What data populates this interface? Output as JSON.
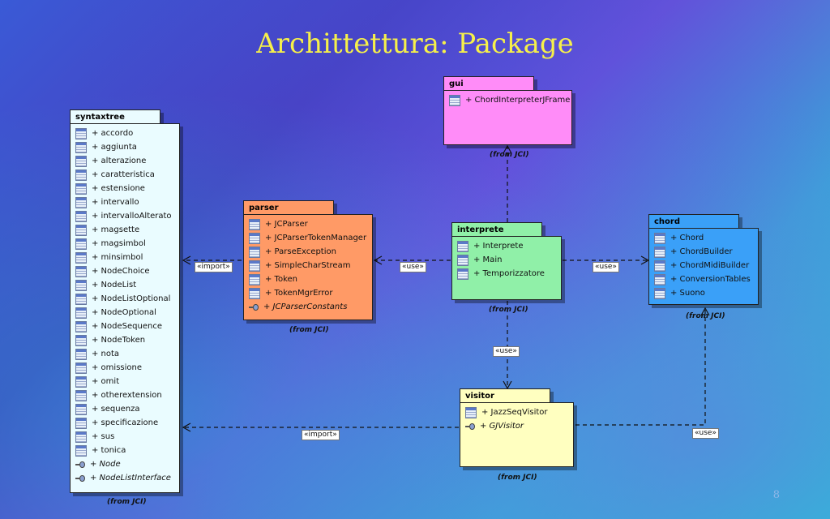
{
  "slide": {
    "title": "Archittettura: Package",
    "page_number": "8"
  },
  "packages": {
    "syntaxtree": {
      "name": "syntaxtree",
      "from": "(from JCI)",
      "color": "#eafcff",
      "items": [
        {
          "label": "+ accordo",
          "kind": "class"
        },
        {
          "label": "+ aggiunta",
          "kind": "class"
        },
        {
          "label": "+ alterazione",
          "kind": "class"
        },
        {
          "label": "+ caratteristica",
          "kind": "class"
        },
        {
          "label": "+ estensione",
          "kind": "class"
        },
        {
          "label": "+ intervallo",
          "kind": "class"
        },
        {
          "label": "+ intervalloAlterato",
          "kind": "class"
        },
        {
          "label": "+ magsette",
          "kind": "class"
        },
        {
          "label": "+ magsimbol",
          "kind": "class"
        },
        {
          "label": "+ minsimbol",
          "kind": "class"
        },
        {
          "label": "+ NodeChoice",
          "kind": "class"
        },
        {
          "label": "+ NodeList",
          "kind": "class"
        },
        {
          "label": "+ NodeListOptional",
          "kind": "class"
        },
        {
          "label": "+ NodeOptional",
          "kind": "class"
        },
        {
          "label": "+ NodeSequence",
          "kind": "class"
        },
        {
          "label": "+ NodeToken",
          "kind": "class"
        },
        {
          "label": "+ nota",
          "kind": "class"
        },
        {
          "label": "+ omissione",
          "kind": "class"
        },
        {
          "label": "+ omit",
          "kind": "class"
        },
        {
          "label": "+ otherextension",
          "kind": "class"
        },
        {
          "label": "+ sequenza",
          "kind": "class"
        },
        {
          "label": "+ specificazione",
          "kind": "class"
        },
        {
          "label": "+ sus",
          "kind": "class"
        },
        {
          "label": "+ tonica",
          "kind": "class"
        },
        {
          "label": "+ Node",
          "kind": "interface"
        },
        {
          "label": "+ NodeListInterface",
          "kind": "interface"
        }
      ]
    },
    "gui": {
      "name": "gui",
      "from": "(from JCI)",
      "color": "#ff8cf8",
      "items": [
        {
          "label": "+ ChordInterpreterJFrame",
          "kind": "class"
        }
      ]
    },
    "parser": {
      "name": "parser",
      "from": "(from JCI)",
      "color": "#ff9a66",
      "items": [
        {
          "label": "+ JCParser",
          "kind": "class"
        },
        {
          "label": "+ JCParserTokenManager",
          "kind": "class"
        },
        {
          "label": "+ ParseException",
          "kind": "class"
        },
        {
          "label": "+ SimpleCharStream",
          "kind": "class"
        },
        {
          "label": "+ Token",
          "kind": "class"
        },
        {
          "label": "+ TokenMgrError",
          "kind": "class"
        },
        {
          "label": "+ JCParserConstants",
          "kind": "interface"
        }
      ]
    },
    "interprete": {
      "name": "interprete",
      "from": "(from JCI)",
      "color": "#90f0a8",
      "items": [
        {
          "label": "+ Interprete",
          "kind": "class"
        },
        {
          "label": "+ Main",
          "kind": "class"
        },
        {
          "label": "+ Temporizzatore",
          "kind": "class"
        }
      ]
    },
    "chord": {
      "name": "chord",
      "from": "(from JCI)",
      "color": "#3aa0f8",
      "items": [
        {
          "label": "+ Chord",
          "kind": "class"
        },
        {
          "label": "+ ChordBuilder",
          "kind": "class"
        },
        {
          "label": "+ ChordMidiBuilder",
          "kind": "class"
        },
        {
          "label": "+ ConversionTables",
          "kind": "class"
        },
        {
          "label": "+ Suono",
          "kind": "class"
        }
      ]
    },
    "visitor": {
      "name": "visitor",
      "from": "(from JCI)",
      "color": "#ffffc0",
      "items": [
        {
          "label": "+ JazzSeqVisitor",
          "kind": "class"
        },
        {
          "label": "+ GJVisitor",
          "kind": "interface"
        }
      ]
    }
  },
  "dependencies": [
    {
      "from": "parser",
      "to": "syntaxtree",
      "label": "«import»"
    },
    {
      "from": "interprete",
      "to": "parser",
      "label": "«use»"
    },
    {
      "from": "interprete",
      "to": "chord",
      "label": "«use»"
    },
    {
      "from": "interprete",
      "to": "gui",
      "label": ""
    },
    {
      "from": "interprete",
      "to": "visitor",
      "label": "«use»"
    },
    {
      "from": "visitor",
      "to": "syntaxtree",
      "label": "«import»"
    },
    {
      "from": "visitor",
      "to": "chord",
      "label": "«use»"
    }
  ]
}
